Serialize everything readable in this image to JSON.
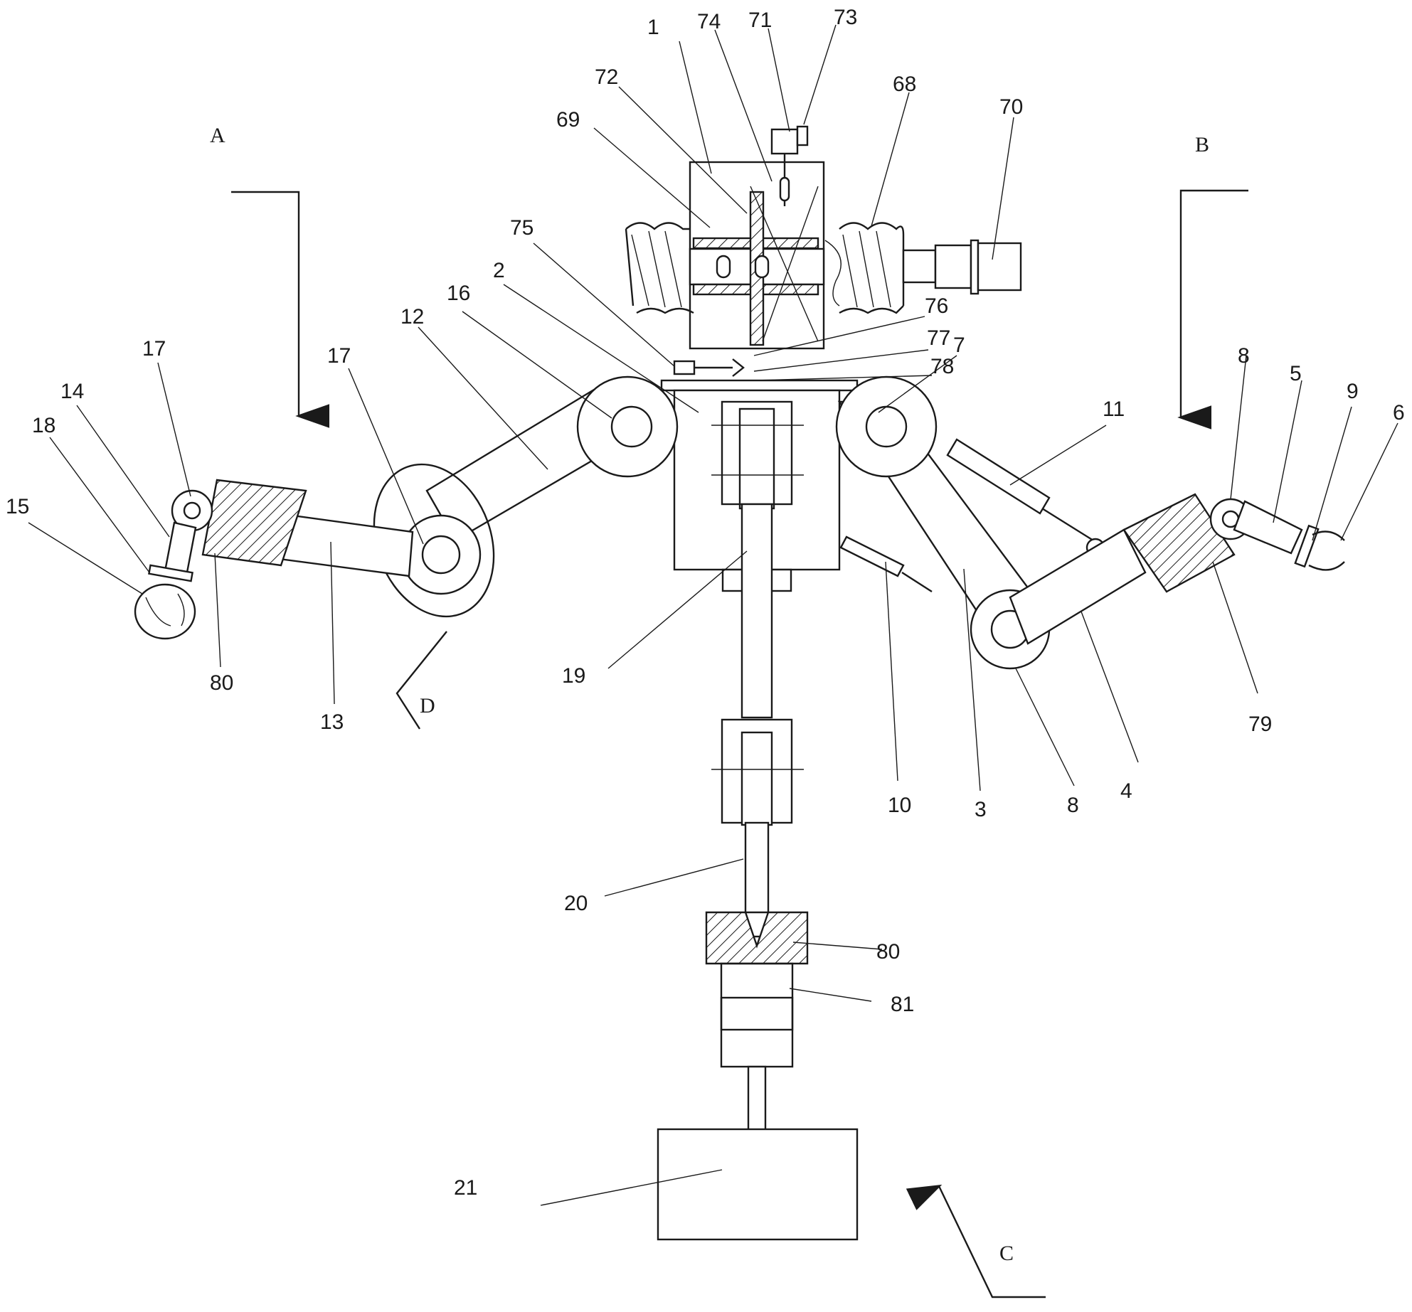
{
  "labels": {
    "n1": "1",
    "n74": "74",
    "n71": "71",
    "n73": "73",
    "n72": "72",
    "n69": "69",
    "n68": "68",
    "n70": "70",
    "n75": "75",
    "n2": "2",
    "n16": "16",
    "n12": "12",
    "n76": "76",
    "n77": "77",
    "n78": "78",
    "n7": "7",
    "n17a": "17",
    "n17b": "17",
    "n14": "14",
    "n18": "18",
    "n15": "15",
    "n80a": "80",
    "n13": "13",
    "n19": "19",
    "n11": "11",
    "n8a": "8",
    "n5": "5",
    "n9": "9",
    "n6": "6",
    "n79": "79",
    "n4": "4",
    "n8b": "8",
    "n3": "3",
    "n10": "10",
    "n20": "20",
    "n80b": "80",
    "n81": "81",
    "n21": "21"
  },
  "sections": {
    "a": "A",
    "b": "B",
    "c": "C",
    "d": "D"
  }
}
